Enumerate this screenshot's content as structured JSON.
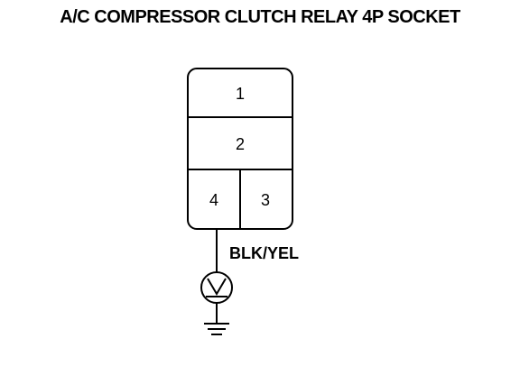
{
  "title": "A/C COMPRESSOR CLUTCH RELAY 4P SOCKET",
  "connector": {
    "pins": [
      {
        "id": "pin-1",
        "label": "1"
      },
      {
        "id": "pin-2",
        "label": "2"
      },
      {
        "id": "pin-4",
        "label": "4"
      },
      {
        "id": "pin-3",
        "label": "3"
      }
    ]
  },
  "wire": {
    "label": "BLK/YEL",
    "from_pin": "4"
  },
  "meter": {
    "icon": "voltmeter-icon"
  },
  "ground": {
    "icon": "ground-icon"
  },
  "colors": {
    "ink": "#000000",
    "background": "#ffffff"
  }
}
